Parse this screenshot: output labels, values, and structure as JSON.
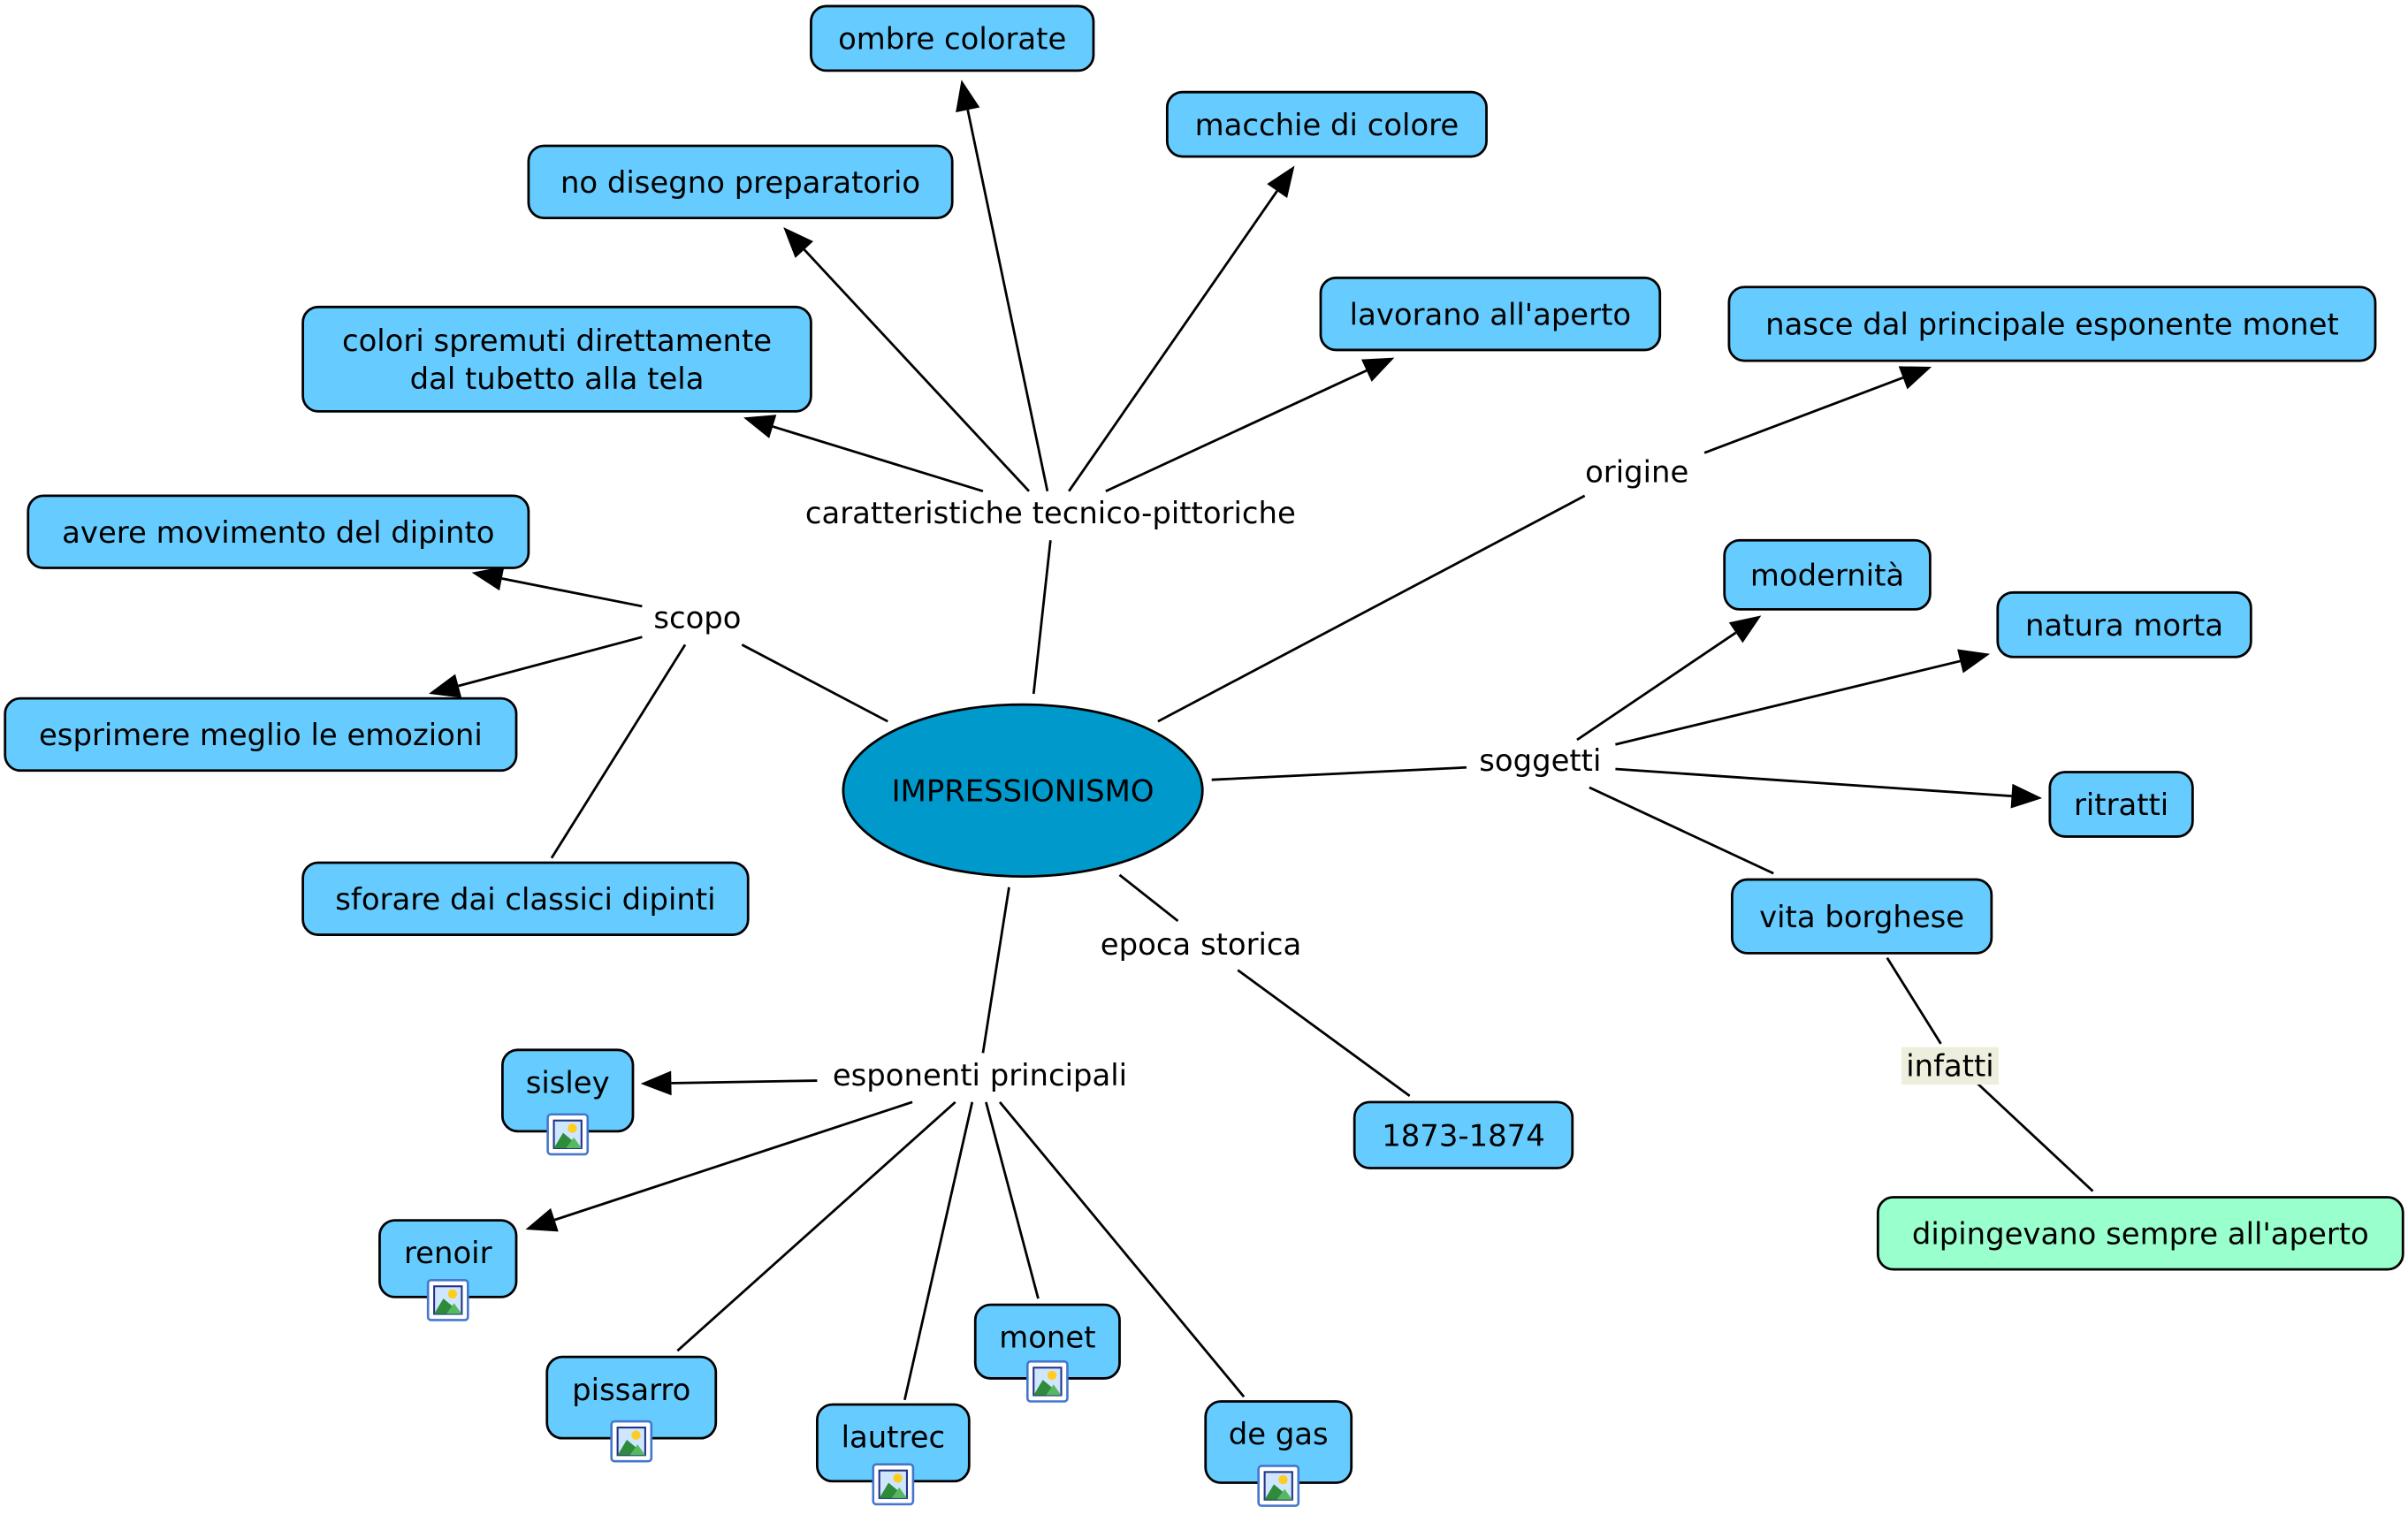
{
  "title": "IMPRESSIONISMO",
  "colors": {
    "root_fill": "#0099cc",
    "concept_fill": "#66ccff",
    "highlight_fill": "#99ffcc",
    "linking_label_bg": "#eeeedd",
    "stroke": "#000000"
  },
  "root": {
    "id": "root",
    "label": "IMPRESSIONISMO"
  },
  "concepts": [
    {
      "id": "ombre",
      "label": "ombre colorate"
    },
    {
      "id": "macchie",
      "label": "macchie di colore"
    },
    {
      "id": "disegno",
      "label": "no disegno preparatorio"
    },
    {
      "id": "lavorano",
      "label": "lavorano all'aperto"
    },
    {
      "id": "colori",
      "label": "colori spremuti direttamente\ndal tubetto alla tela"
    },
    {
      "id": "nasce",
      "label": "nasce dal principale esponente monet"
    },
    {
      "id": "movimento",
      "label": "avere movimento del dipinto"
    },
    {
      "id": "emozioni",
      "label": "esprimere meglio le emozioni"
    },
    {
      "id": "sforare",
      "label": "sforare dai classici dipinti"
    },
    {
      "id": "modernita",
      "label": "modernità"
    },
    {
      "id": "natura",
      "label": "natura morta"
    },
    {
      "id": "ritratti",
      "label": "ritratti"
    },
    {
      "id": "vita",
      "label": "vita borghese"
    },
    {
      "id": "dipingevano",
      "label": "dipingevano sempre all'aperto",
      "highlight": true
    },
    {
      "id": "anni",
      "label": "1873-1874"
    },
    {
      "id": "sisley",
      "label": "sisley",
      "icon": "image-icon"
    },
    {
      "id": "renoir",
      "label": "renoir",
      "icon": "image-icon"
    },
    {
      "id": "pissarro",
      "label": "pissarro",
      "icon": "image-icon"
    },
    {
      "id": "lautrec",
      "label": "lautrec",
      "icon": "image-icon"
    },
    {
      "id": "monet",
      "label": "monet",
      "icon": "image-icon"
    },
    {
      "id": "degas",
      "label": "de gas",
      "icon": "image-icon"
    }
  ],
  "linking_phrases": [
    {
      "id": "caratteristiche",
      "label": "caratteristiche tecnico-pittoriche"
    },
    {
      "id": "origine",
      "label": "origine"
    },
    {
      "id": "scopo",
      "label": "scopo"
    },
    {
      "id": "soggetti",
      "label": "soggetti"
    },
    {
      "id": "epoca",
      "label": "epoca storica"
    },
    {
      "id": "esponenti",
      "label": "esponenti principali"
    },
    {
      "id": "infatti",
      "label": "infatti",
      "highlight": true
    }
  ],
  "links": [
    {
      "from": "root",
      "to": "caratteristiche",
      "arrow": false
    },
    {
      "from": "caratteristiche",
      "to": "ombre",
      "arrow": true
    },
    {
      "from": "caratteristiche",
      "to": "macchie",
      "arrow": true
    },
    {
      "from": "caratteristiche",
      "to": "disegno",
      "arrow": true
    },
    {
      "from": "caratteristiche",
      "to": "lavorano",
      "arrow": true
    },
    {
      "from": "caratteristiche",
      "to": "colori",
      "arrow": true
    },
    {
      "from": "root",
      "to": "origine",
      "arrow": false
    },
    {
      "from": "origine",
      "to": "nasce",
      "arrow": true
    },
    {
      "from": "root",
      "to": "scopo",
      "arrow": false
    },
    {
      "from": "scopo",
      "to": "movimento",
      "arrow": true
    },
    {
      "from": "scopo",
      "to": "emozioni",
      "arrow": true
    },
    {
      "from": "scopo",
      "to": "sforare",
      "arrow": false
    },
    {
      "from": "root",
      "to": "soggetti",
      "arrow": false
    },
    {
      "from": "soggetti",
      "to": "modernita",
      "arrow": true
    },
    {
      "from": "soggetti",
      "to": "natura",
      "arrow": true
    },
    {
      "from": "soggetti",
      "to": "ritratti",
      "arrow": true
    },
    {
      "from": "soggetti",
      "to": "vita",
      "arrow": false
    },
    {
      "from": "vita",
      "to": "infatti",
      "arrow": false
    },
    {
      "from": "infatti",
      "to": "dipingevano",
      "arrow": false
    },
    {
      "from": "root",
      "to": "epoca",
      "arrow": false
    },
    {
      "from": "epoca",
      "to": "anni",
      "arrow": false
    },
    {
      "from": "root",
      "to": "esponenti",
      "arrow": false
    },
    {
      "from": "esponenti",
      "to": "sisley",
      "arrow": true
    },
    {
      "from": "esponenti",
      "to": "renoir",
      "arrow": true
    },
    {
      "from": "esponenti",
      "to": "pissarro",
      "arrow": false
    },
    {
      "from": "esponenti",
      "to": "lautrec",
      "arrow": false
    },
    {
      "from": "esponenti",
      "to": "monet",
      "arrow": false
    },
    {
      "from": "esponenti",
      "to": "degas",
      "arrow": false
    }
  ]
}
